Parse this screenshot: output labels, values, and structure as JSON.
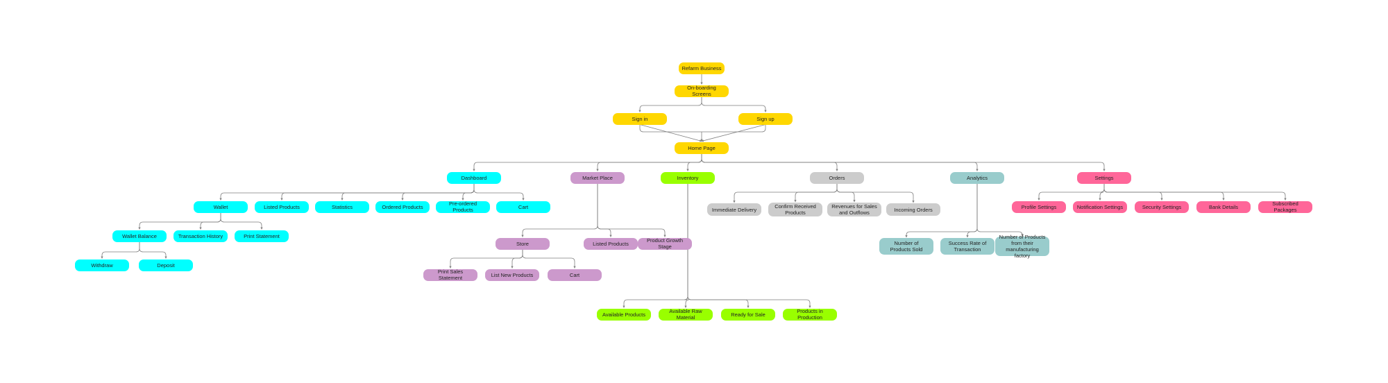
{
  "colors": {
    "yellow": "#ffd700",
    "cyan": "#00ffff",
    "purple": "#cc99cc",
    "green": "#99ff00",
    "gray": "#cccccc",
    "teal": "#99cccc",
    "pink": "#ff6699",
    "connector": "#7f7f7f"
  },
  "nodes": [
    {
      "id": "refarm",
      "label": "Refarm Business",
      "color": "yellow"
    },
    {
      "id": "onboarding",
      "label": "On-boarding Screens",
      "color": "yellow"
    },
    {
      "id": "signin",
      "label": "Sign in",
      "color": "yellow"
    },
    {
      "id": "signup",
      "label": "Sign up",
      "color": "yellow"
    },
    {
      "id": "home",
      "label": "Home Page",
      "color": "yellow"
    },
    {
      "id": "dashboard",
      "label": "Dashboard",
      "color": "cyan"
    },
    {
      "id": "marketplace",
      "label": "Market Place",
      "color": "purple"
    },
    {
      "id": "inventory",
      "label": "Inventory",
      "color": "green"
    },
    {
      "id": "orders",
      "label": "Orders",
      "color": "gray"
    },
    {
      "id": "analytics",
      "label": "Analytics",
      "color": "teal"
    },
    {
      "id": "settings",
      "label": "Settings",
      "color": "pink"
    },
    {
      "id": "wallet",
      "label": "Wallet",
      "color": "cyan"
    },
    {
      "id": "listed1",
      "label": "Listed Products",
      "color": "cyan"
    },
    {
      "id": "statistics",
      "label": "Statistics",
      "color": "cyan"
    },
    {
      "id": "ordered",
      "label": "Ordered Products",
      "color": "cyan"
    },
    {
      "id": "preordered",
      "label": "Pre-ordered Products",
      "color": "cyan"
    },
    {
      "id": "cart1",
      "label": "Cart",
      "color": "cyan"
    },
    {
      "id": "walletbal",
      "label": "Wallet Balance",
      "color": "cyan"
    },
    {
      "id": "txhist",
      "label": "Transaction History",
      "color": "cyan"
    },
    {
      "id": "printstmt",
      "label": "Print Statement",
      "color": "cyan"
    },
    {
      "id": "withdraw",
      "label": "Withdraw",
      "color": "cyan"
    },
    {
      "id": "deposit",
      "label": "Deposit",
      "color": "cyan"
    },
    {
      "id": "store",
      "label": "Store",
      "color": "purple"
    },
    {
      "id": "listed2",
      "label": "Listed Products",
      "color": "purple"
    },
    {
      "id": "growth",
      "label": "Product Growth Stage",
      "color": "purple"
    },
    {
      "id": "printsales",
      "label": "Print Sales Statement",
      "color": "purple"
    },
    {
      "id": "listnew",
      "label": "List New Products",
      "color": "purple"
    },
    {
      "id": "cart2",
      "label": "Cart",
      "color": "purple"
    },
    {
      "id": "available",
      "label": "Available Products",
      "color": "green"
    },
    {
      "id": "rawmat",
      "label": "Available Raw Material",
      "color": "green"
    },
    {
      "id": "ready",
      "label": "Ready for Sale",
      "color": "green"
    },
    {
      "id": "production",
      "label": "Products in Production",
      "color": "green"
    },
    {
      "id": "immediate",
      "label": "Immediate Delivery",
      "color": "gray"
    },
    {
      "id": "confirm",
      "label": "Confirm Received\nProducts",
      "color": "gray"
    },
    {
      "id": "revenues",
      "label": "Revenues for Sales\nand Outflows",
      "color": "gray"
    },
    {
      "id": "incoming",
      "label": "Incoming Orders",
      "color": "gray"
    },
    {
      "id": "numsold",
      "label": "Number of\nProducts Sold",
      "color": "teal"
    },
    {
      "id": "success",
      "label": "Success Rate of\nTransaction",
      "color": "teal"
    },
    {
      "id": "numfactory",
      "label": "Number of Products\nfrom their\nmanufacturing factory",
      "color": "teal"
    },
    {
      "id": "profile",
      "label": "Profile Settings",
      "color": "pink"
    },
    {
      "id": "notif",
      "label": "Notification Settings",
      "color": "pink"
    },
    {
      "id": "security",
      "label": "Security Settings",
      "color": "pink"
    },
    {
      "id": "bank",
      "label": "Bank Details",
      "color": "pink"
    },
    {
      "id": "subscribed",
      "label": "Subscribed Packages",
      "color": "pink"
    }
  ],
  "edges": [
    [
      "refarm",
      "onboarding"
    ],
    [
      "onboarding",
      "signin"
    ],
    [
      "onboarding",
      "signup"
    ],
    [
      "signin",
      "home"
    ],
    [
      "signup",
      "home"
    ],
    [
      "home",
      "dashboard"
    ],
    [
      "home",
      "marketplace"
    ],
    [
      "home",
      "inventory"
    ],
    [
      "home",
      "orders"
    ],
    [
      "home",
      "analytics"
    ],
    [
      "home",
      "settings"
    ],
    [
      "dashboard",
      "wallet"
    ],
    [
      "dashboard",
      "listed1"
    ],
    [
      "dashboard",
      "statistics"
    ],
    [
      "dashboard",
      "ordered"
    ],
    [
      "dashboard",
      "preordered"
    ],
    [
      "dashboard",
      "cart1"
    ],
    [
      "wallet",
      "walletbal"
    ],
    [
      "wallet",
      "txhist"
    ],
    [
      "wallet",
      "printstmt"
    ],
    [
      "walletbal",
      "withdraw"
    ],
    [
      "walletbal",
      "deposit"
    ],
    [
      "marketplace",
      "store"
    ],
    [
      "marketplace",
      "listed2"
    ],
    [
      "marketplace",
      "growth"
    ],
    [
      "store",
      "printsales"
    ],
    [
      "store",
      "listnew"
    ],
    [
      "store",
      "cart2"
    ],
    [
      "inventory",
      "available"
    ],
    [
      "inventory",
      "rawmat"
    ],
    [
      "inventory",
      "ready"
    ],
    [
      "inventory",
      "production"
    ],
    [
      "orders",
      "immediate"
    ],
    [
      "orders",
      "confirm"
    ],
    [
      "orders",
      "revenues"
    ],
    [
      "orders",
      "incoming"
    ],
    [
      "analytics",
      "numsold"
    ],
    [
      "analytics",
      "success"
    ],
    [
      "analytics",
      "numfactory"
    ],
    [
      "settings",
      "profile"
    ],
    [
      "settings",
      "notif"
    ],
    [
      "settings",
      "security"
    ],
    [
      "settings",
      "bank"
    ],
    [
      "settings",
      "subscribed"
    ]
  ]
}
